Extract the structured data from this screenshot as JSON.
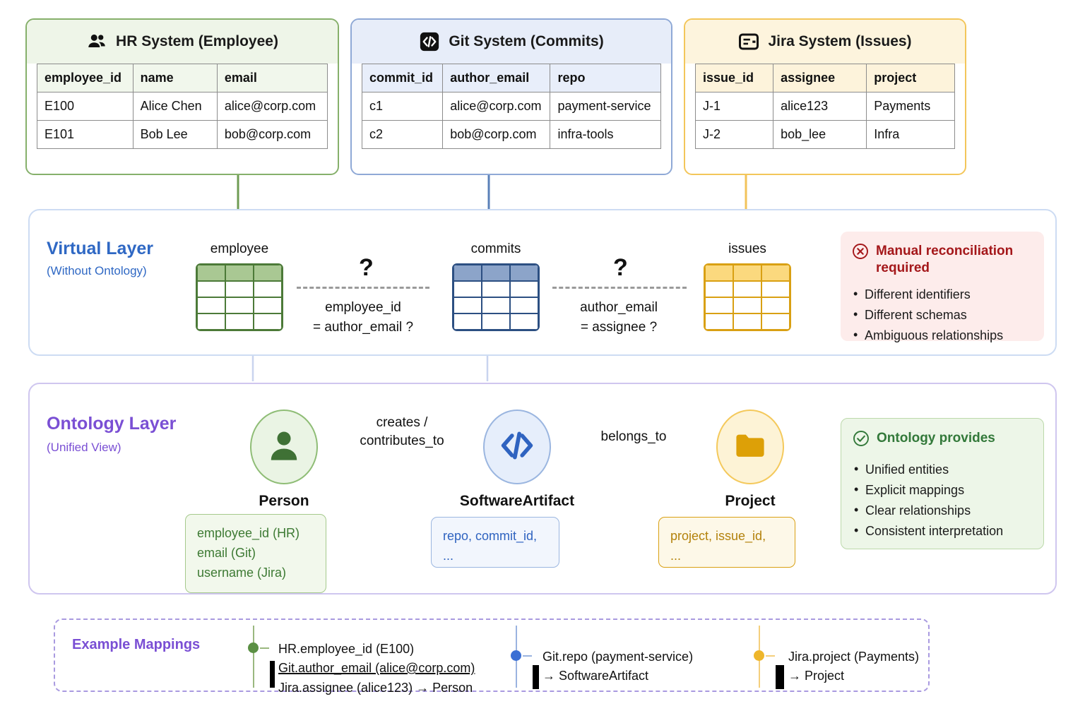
{
  "sources": [
    {
      "id": "hr",
      "title": "HR System (Employee)",
      "icon": "people-icon",
      "accent": "#86b06b",
      "columns": [
        "employee_id",
        "name",
        "email"
      ],
      "rows": [
        [
          "E100",
          "Alice Chen",
          "alice@corp.com"
        ],
        [
          "E101",
          "Bob Lee",
          "bob@corp.com"
        ]
      ]
    },
    {
      "id": "git",
      "title": "Git System (Commits)",
      "icon": "code-icon",
      "accent": "#8fa9d6",
      "columns": [
        "commit_id",
        "author_email",
        "repo"
      ],
      "rows": [
        [
          "c1",
          "alice@corp.com",
          "payment-service"
        ],
        [
          "c2",
          "bob@corp.com",
          "infra-tools"
        ]
      ]
    },
    {
      "id": "jira",
      "title": "Jira System (Issues)",
      "icon": "jira-board-icon",
      "accent": "#f3c65a",
      "columns": [
        "issue_id",
        "assignee",
        "project"
      ],
      "rows": [
        [
          "J-1",
          "alice123",
          "Payments"
        ],
        [
          "J-2",
          "bob_lee",
          "Infra"
        ]
      ]
    }
  ],
  "virtual_layer": {
    "title": "Virtual Layer",
    "subtitle": "(Without Ontology)",
    "color": "#2f68c4",
    "tables": [
      {
        "label": "employee",
        "color": "#4c7a38"
      },
      {
        "label": "commits",
        "color": "#2c4f82"
      },
      {
        "label": "issues",
        "color": "#d9a013"
      }
    ],
    "links": [
      {
        "marker": "?",
        "line1": "employee_id",
        "line2": "= author_email ?"
      },
      {
        "marker": "?",
        "line1": "author_email",
        "line2": "= assignee ?"
      }
    ],
    "callout": {
      "icon": "error-circle-icon",
      "title": "Manual reconciliation required",
      "color": "#a4171a",
      "background": "#fdeceb",
      "items": [
        "Different identifiers",
        "Different schemas",
        "Ambiguous relationships"
      ]
    }
  },
  "ontology_layer": {
    "title": "Ontology Layer",
    "subtitle": "(Unified View)",
    "color": "#7a4fd4",
    "nodes": [
      {
        "id": "person",
        "label": "Person",
        "icon": "person-icon",
        "attributes": "employee_id (HR)\nemail (Git)\nusername (Jira)",
        "attr_lines": [
          "employee_id (HR)",
          "email (Git)",
          "username (Jira)"
        ],
        "color": "#3d7a33"
      },
      {
        "id": "artifact",
        "label": "SoftwareArtifact",
        "icon": "code-brackets-icon",
        "attributes": "repo, commit_id,\n...",
        "attr_lines": [
          "repo, commit_id,",
          "..."
        ],
        "color": "#2f63c0"
      },
      {
        "id": "project",
        "label": "Project",
        "icon": "folder-icon",
        "attributes": "project, issue_id,\n...",
        "attr_lines": [
          "project, issue_id,",
          "..."
        ],
        "color": "#b3820c"
      }
    ],
    "relations": [
      {
        "line1": "creates /",
        "line2": "contributes_to"
      },
      {
        "line1": "belongs_to",
        "line2": ""
      }
    ],
    "callout": {
      "icon": "check-circle-icon",
      "title": "Ontology provides",
      "color": "#33793a",
      "background": "#edf6e8",
      "items": [
        "Unified entities",
        "Explicit mappings",
        "Clear relationships",
        "Consistent interpretation"
      ]
    }
  },
  "example_mappings": {
    "title": "Example Mappings",
    "color": "#7a4fd4",
    "groups": [
      {
        "dot_color": "#5a8f43",
        "lines": [
          "HR.employee_id (E100)",
          "Git.author_email (alice@corp.com)",
          "Jira.assignee (alice123) → Person"
        ]
      },
      {
        "dot_color": "#3b6fd4",
        "lines": [
          "Git.repo (payment-service)",
          "→ SoftwareArtifact"
        ]
      },
      {
        "dot_color": "#eeb62b",
        "lines": [
          "Jira.project (Payments)",
          "→ Project"
        ]
      }
    ]
  }
}
